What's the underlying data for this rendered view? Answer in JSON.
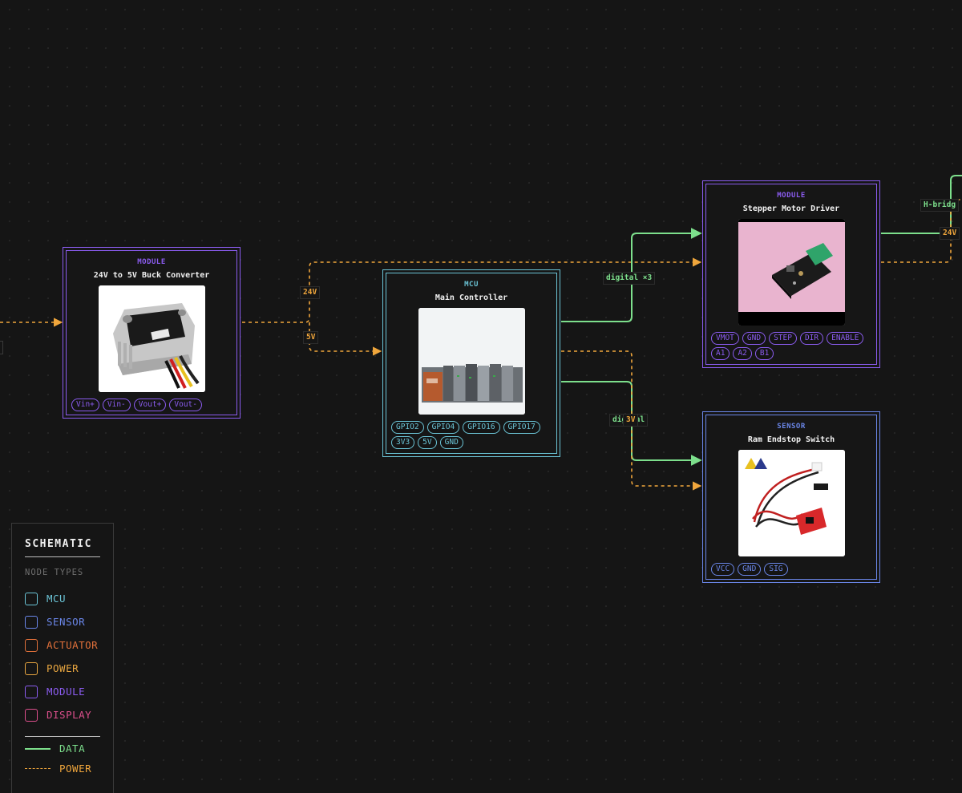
{
  "colors": {
    "mcu": "#6bc4d6",
    "sensor": "#6a86e8",
    "actuator": "#e0703a",
    "power": "#e8a640",
    "module": "#8b5cf0",
    "display": "#dc4f8c",
    "data_edge": "#7ddf8c",
    "power_edge": "#f0a63c"
  },
  "nodes": {
    "buck": {
      "type": "MODULE",
      "title": "24V to 5V Buck Converter",
      "image": "buck-converter-photo",
      "ports": [
        "Vin+",
        "Vin-",
        "Vout+",
        "Vout-"
      ]
    },
    "mcu": {
      "type": "MCU",
      "title": "Main Controller",
      "image": "plc-rack-photo",
      "ports": [
        "GPIO2",
        "GPIO4",
        "GPIO16",
        "GPIO17",
        "3V3",
        "5V",
        "GND"
      ]
    },
    "stepper": {
      "type": "MODULE",
      "title": "Stepper Motor Driver",
      "image": "stepper-driver-photo",
      "ports": [
        "VMOT",
        "GND",
        "STEP",
        "DIR",
        "ENABLE",
        "A1",
        "A2",
        "B1"
      ]
    },
    "endstop": {
      "type": "SENSOR",
      "title": "Ram Endstop Switch",
      "image": "endstop-switch-photo",
      "ports": [
        "VCC",
        "GND",
        "SIG"
      ]
    }
  },
  "edge_labels": {
    "v24": "24V",
    "v5": "5V",
    "digital3": "digital ×3",
    "digital_sig": "digital",
    "v3": "3V",
    "hbridge": "H-bridg",
    "v24_right": "24V"
  },
  "legend": {
    "title": "SCHEMATIC",
    "subtitle": "NODE TYPES",
    "types": [
      {
        "label": "MCU",
        "key": "mcu"
      },
      {
        "label": "SENSOR",
        "key": "sensor"
      },
      {
        "label": "ACTUATOR",
        "key": "actuator"
      },
      {
        "label": "POWER",
        "key": "power"
      },
      {
        "label": "MODULE",
        "key": "module"
      },
      {
        "label": "DISPLAY",
        "key": "display"
      }
    ],
    "data_label": "DATA",
    "power_label": "POWER"
  }
}
